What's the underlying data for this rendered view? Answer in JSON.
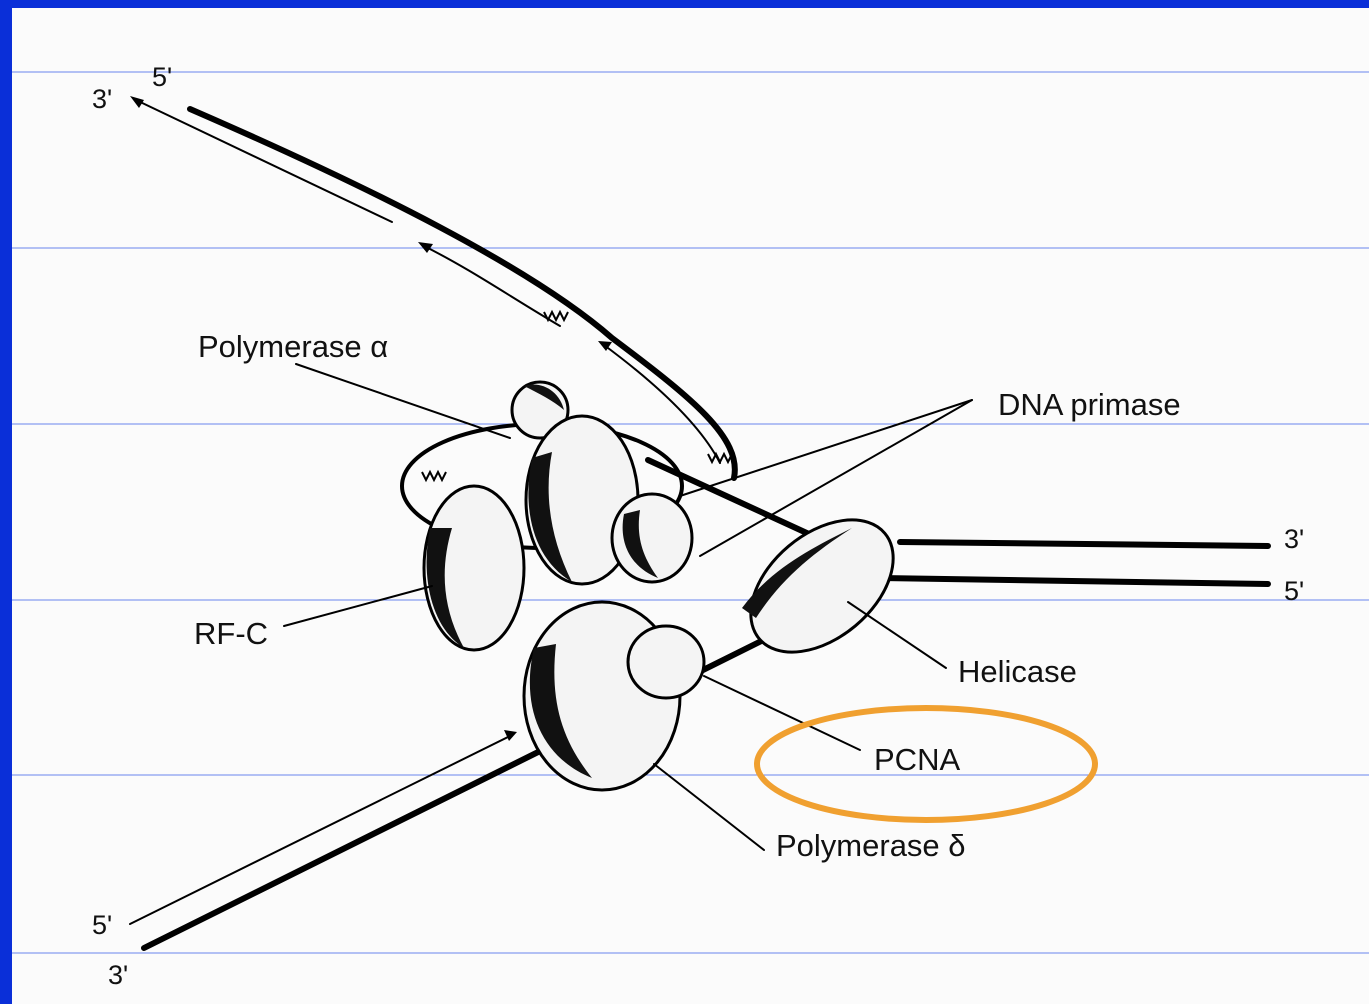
{
  "labels": {
    "polymerase_alpha": "Polymerase α",
    "dna_primase": "DNA primase",
    "rf_c": "RF-C",
    "helicase": "Helicase",
    "pcna": "PCNA",
    "polymerase_delta": "Polymerase δ"
  },
  "strand_ends": {
    "top_left_3": "3'",
    "top_left_5": "5'",
    "right_upper_3": "3'",
    "right_lower_5": "5'",
    "bottom_left_5": "5'",
    "bottom_left_3": "3'"
  },
  "colors": {
    "frame": "#0a2fd8",
    "highlight_ring": "#f0a030",
    "rule_lines": "#3a5ee8"
  }
}
